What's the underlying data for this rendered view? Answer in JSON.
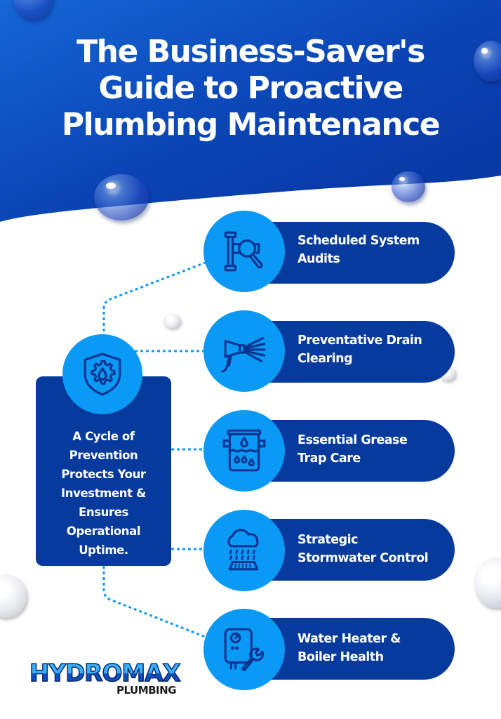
{
  "title": {
    "lines": [
      "The Business-Saver's",
      "Guide to Proactive",
      "Plumbing Maintenance"
    ]
  },
  "center": {
    "icon": "shield-gear-drop-icon",
    "lines": [
      "A Cycle of",
      "Prevention",
      "Protects Your",
      "Investment &",
      "Ensures",
      "Operational",
      "Uptime."
    ]
  },
  "items": [
    {
      "icon": "pipe-magnifier-icon",
      "lines": [
        "Scheduled System",
        "Audits"
      ]
    },
    {
      "icon": "spray-nozzle-icon",
      "lines": [
        "Preventative Drain",
        "Clearing"
      ]
    },
    {
      "icon": "grease-trap-icon",
      "lines": [
        "Essential Grease",
        "Trap Care"
      ]
    },
    {
      "icon": "rain-cloud-drain-icon",
      "lines": [
        "Strategic",
        "Stormwater Control"
      ]
    },
    {
      "icon": "water-heater-wrench-icon",
      "lines": [
        "Water Heater &",
        "Boiler Health"
      ]
    }
  ],
  "logo": {
    "main": "HYDROMAX",
    "sub": "PLUMBING"
  },
  "colors": {
    "hero_blue": "#0a3fb0",
    "card_navy": "#063a9c",
    "circle_blue": "#0a99f5",
    "icon_stroke": "#08338f",
    "connector": "#0a99f5"
  }
}
